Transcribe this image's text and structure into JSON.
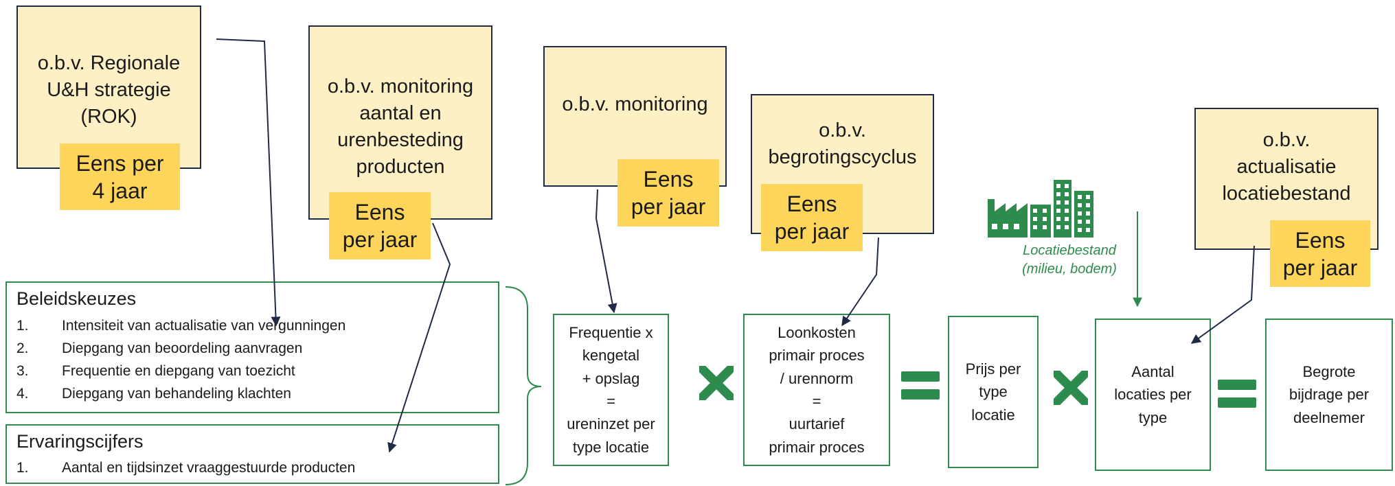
{
  "sources": {
    "rok": {
      "lines": [
        "o.b.v. Regionale",
        "U&H strategie",
        "(ROK)"
      ],
      "freq": [
        "Eens per",
        "4 jaar"
      ]
    },
    "monitoring_products": {
      "lines": [
        "o.b.v. monitoring",
        "aantal en",
        "urenbesteding",
        "producten"
      ],
      "freq": [
        "Eens",
        "per jaar"
      ]
    },
    "monitoring": {
      "lines": [
        "o.b.v. monitoring"
      ],
      "freq": [
        "Eens",
        "per jaar"
      ]
    },
    "budget": {
      "lines": [
        "o.b.v.",
        "begrotingscyclus"
      ],
      "freq": [
        "Eens",
        "per jaar"
      ]
    },
    "location_file": {
      "lines": [
        "o.b.v.",
        "actualisatie",
        "locatiebestand"
      ],
      "freq": [
        "Eens",
        "per jaar"
      ]
    }
  },
  "beleidskeuzes": {
    "title": "Beleidskeuzes",
    "items": [
      {
        "num": "1.",
        "text": "Intensiteit van actualisatie van vergunningen"
      },
      {
        "num": "2.",
        "text": "Diepgang van beoordeling aanvragen"
      },
      {
        "num": "3.",
        "text": "Frequentie en diepgang van toezicht"
      },
      {
        "num": "4.",
        "text": "Diepgang van behandeling klachten"
      }
    ]
  },
  "ervaringscijfers": {
    "title": "Ervaringscijfers",
    "items": [
      {
        "num": "1.",
        "text": "Aantal en tijdsinzet vraaggestuurde producten"
      }
    ]
  },
  "formula": {
    "frequentie": [
      "Frequentie x",
      "kengetal",
      "+ opslag",
      "=",
      "ureninzet per",
      "type locatie"
    ],
    "loonkosten": [
      "Loonkosten",
      "primair proces",
      "/ urennorm",
      "=",
      "uurtarief",
      "primair proces"
    ],
    "prijs": [
      "Prijs per",
      "type",
      "locatie"
    ],
    "aantal": [
      "Aantal",
      "locaties per",
      "type"
    ],
    "begrote": [
      "Begrote",
      "bijdrage per",
      "deelnemer"
    ]
  },
  "locatiebestand": {
    "label": "Locatiebestand",
    "sub": "(milieu, bodem)",
    "icon": "factory-buildings-icon"
  },
  "colors": {
    "source_fill": "#fdf0c4",
    "freq_fill": "#fcd55a",
    "green": "#2e8b4e",
    "navy": "#1f2a44"
  }
}
